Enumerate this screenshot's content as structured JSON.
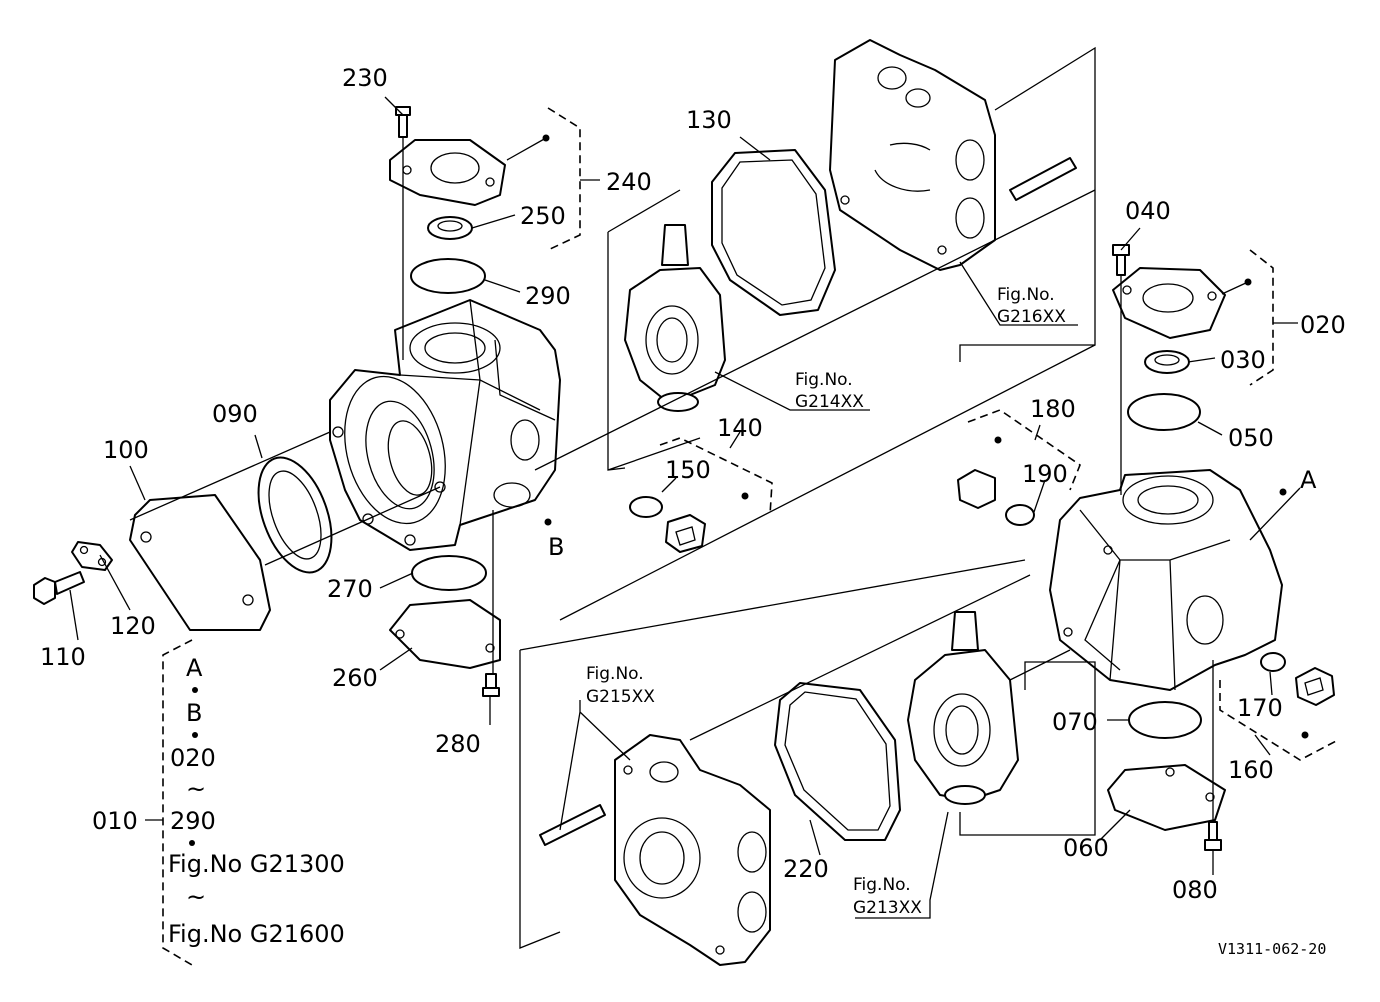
{
  "labels": {
    "p230": "230",
    "p240": "240",
    "p250": "250",
    "p290": "290",
    "p130": "130",
    "p090": "090",
    "p100": "100",
    "p110": "110",
    "p120": "120",
    "p270": "270",
    "p260": "260",
    "p280": "280",
    "p140": "140",
    "p150": "150",
    "p040": "040",
    "p020": "020",
    "p030": "030",
    "p050": "050",
    "p180": "180",
    "p190": "190",
    "p170": "170",
    "p160": "160",
    "p070": "070",
    "p060": "060",
    "p080": "080",
    "p220": "220",
    "p010": "010",
    "markA": "A",
    "markB": "B"
  },
  "figrefs": {
    "fig216_title": "Fig.No.",
    "fig216_code": "G216XX",
    "fig214_title": "Fig.No.",
    "fig214_code": "G214XX",
    "fig215_title": "Fig.No.",
    "fig215_code": "G215XX",
    "fig213_title": "Fig.No.",
    "fig213_code": "G213XX"
  },
  "assembly_note": {
    "line1": "A",
    "line2": "B",
    "line3": "020",
    "tilde1": "~",
    "line4": "290",
    "line5": "Fig.No  G21300",
    "tilde2": "~",
    "line6": "Fig.No  G21600"
  },
  "footer": {
    "drawing_code": "V1311-062-20"
  }
}
